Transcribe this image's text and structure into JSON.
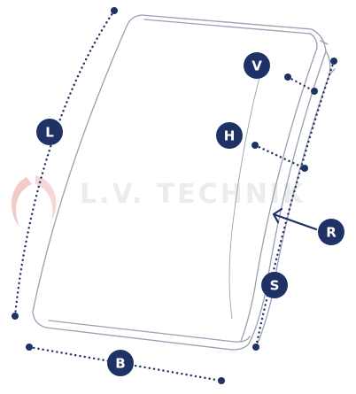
{
  "watermark": {
    "text": "L.V. TECHNIK"
  },
  "dimensions": {
    "L": "L",
    "V": "V",
    "H": "H",
    "R": "R",
    "S": "S",
    "B": "B"
  },
  "colors": {
    "outline": "#9a9fb4",
    "dimension": "#1f3266",
    "badge": "#1f3266",
    "watermark": "#ececec",
    "watermark_logo": "#f3c9c9"
  }
}
